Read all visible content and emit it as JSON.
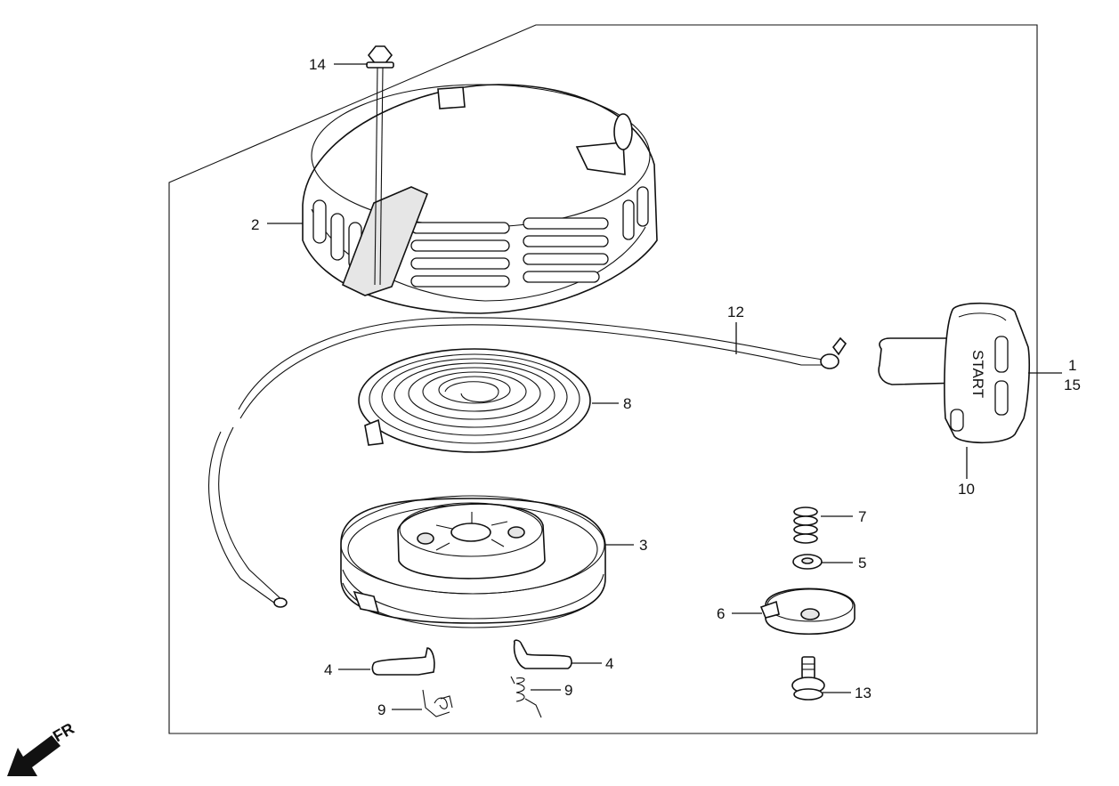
{
  "callouts": [
    {
      "id": "c14",
      "label": "14"
    },
    {
      "id": "c2",
      "label": "2"
    },
    {
      "id": "c12",
      "label": "12"
    },
    {
      "id": "c8",
      "label": "8"
    },
    {
      "id": "c1",
      "label": "1"
    },
    {
      "id": "c15",
      "label": "15"
    },
    {
      "id": "c10",
      "label": "10"
    },
    {
      "id": "c7",
      "label": "7"
    },
    {
      "id": "c3",
      "label": "3"
    },
    {
      "id": "c5",
      "label": "5"
    },
    {
      "id": "c6",
      "label": "6"
    },
    {
      "id": "c4a",
      "label": "4"
    },
    {
      "id": "c4b",
      "label": "4"
    },
    {
      "id": "c9b",
      "label": "9"
    },
    {
      "id": "c9a",
      "label": "9"
    },
    {
      "id": "c13",
      "label": "13"
    }
  ],
  "handle_text": "START",
  "direction_label": "FR"
}
